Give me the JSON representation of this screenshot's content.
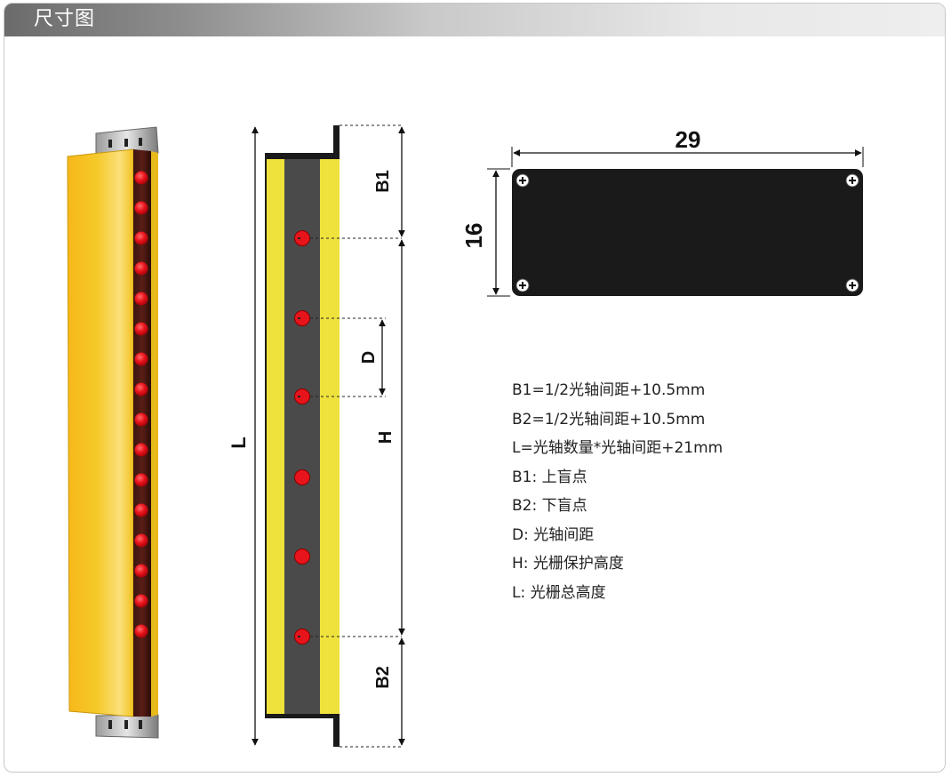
{
  "header": {
    "title": "尺寸图"
  },
  "side_view": {
    "dimension_labels": {
      "b1": "B1",
      "d": "D",
      "h": "H",
      "l": "L",
      "b2": "B2"
    }
  },
  "end_view": {
    "width_label": "29",
    "height_label": "16"
  },
  "legend": [
    "B1=1/2光轴间距+10.5mm",
    "B2=1/2光轴间距+10.5mm",
    "L=光轴数量*光轴间距+21mm",
    "B1:  上盲点",
    "B2:  下盲点",
    "D:  光轴间距",
    "H:  光栅保护高度",
    "L:  光栅总高度"
  ],
  "colors": {
    "housing_yellow": "#f5c518",
    "face_yellow": "#f0e23c",
    "lens_dark": "#4a4a4a",
    "beam_red": "#e8141c",
    "end_cap_black": "#1a1a1a"
  },
  "product_photo": {
    "led_count": 16
  }
}
